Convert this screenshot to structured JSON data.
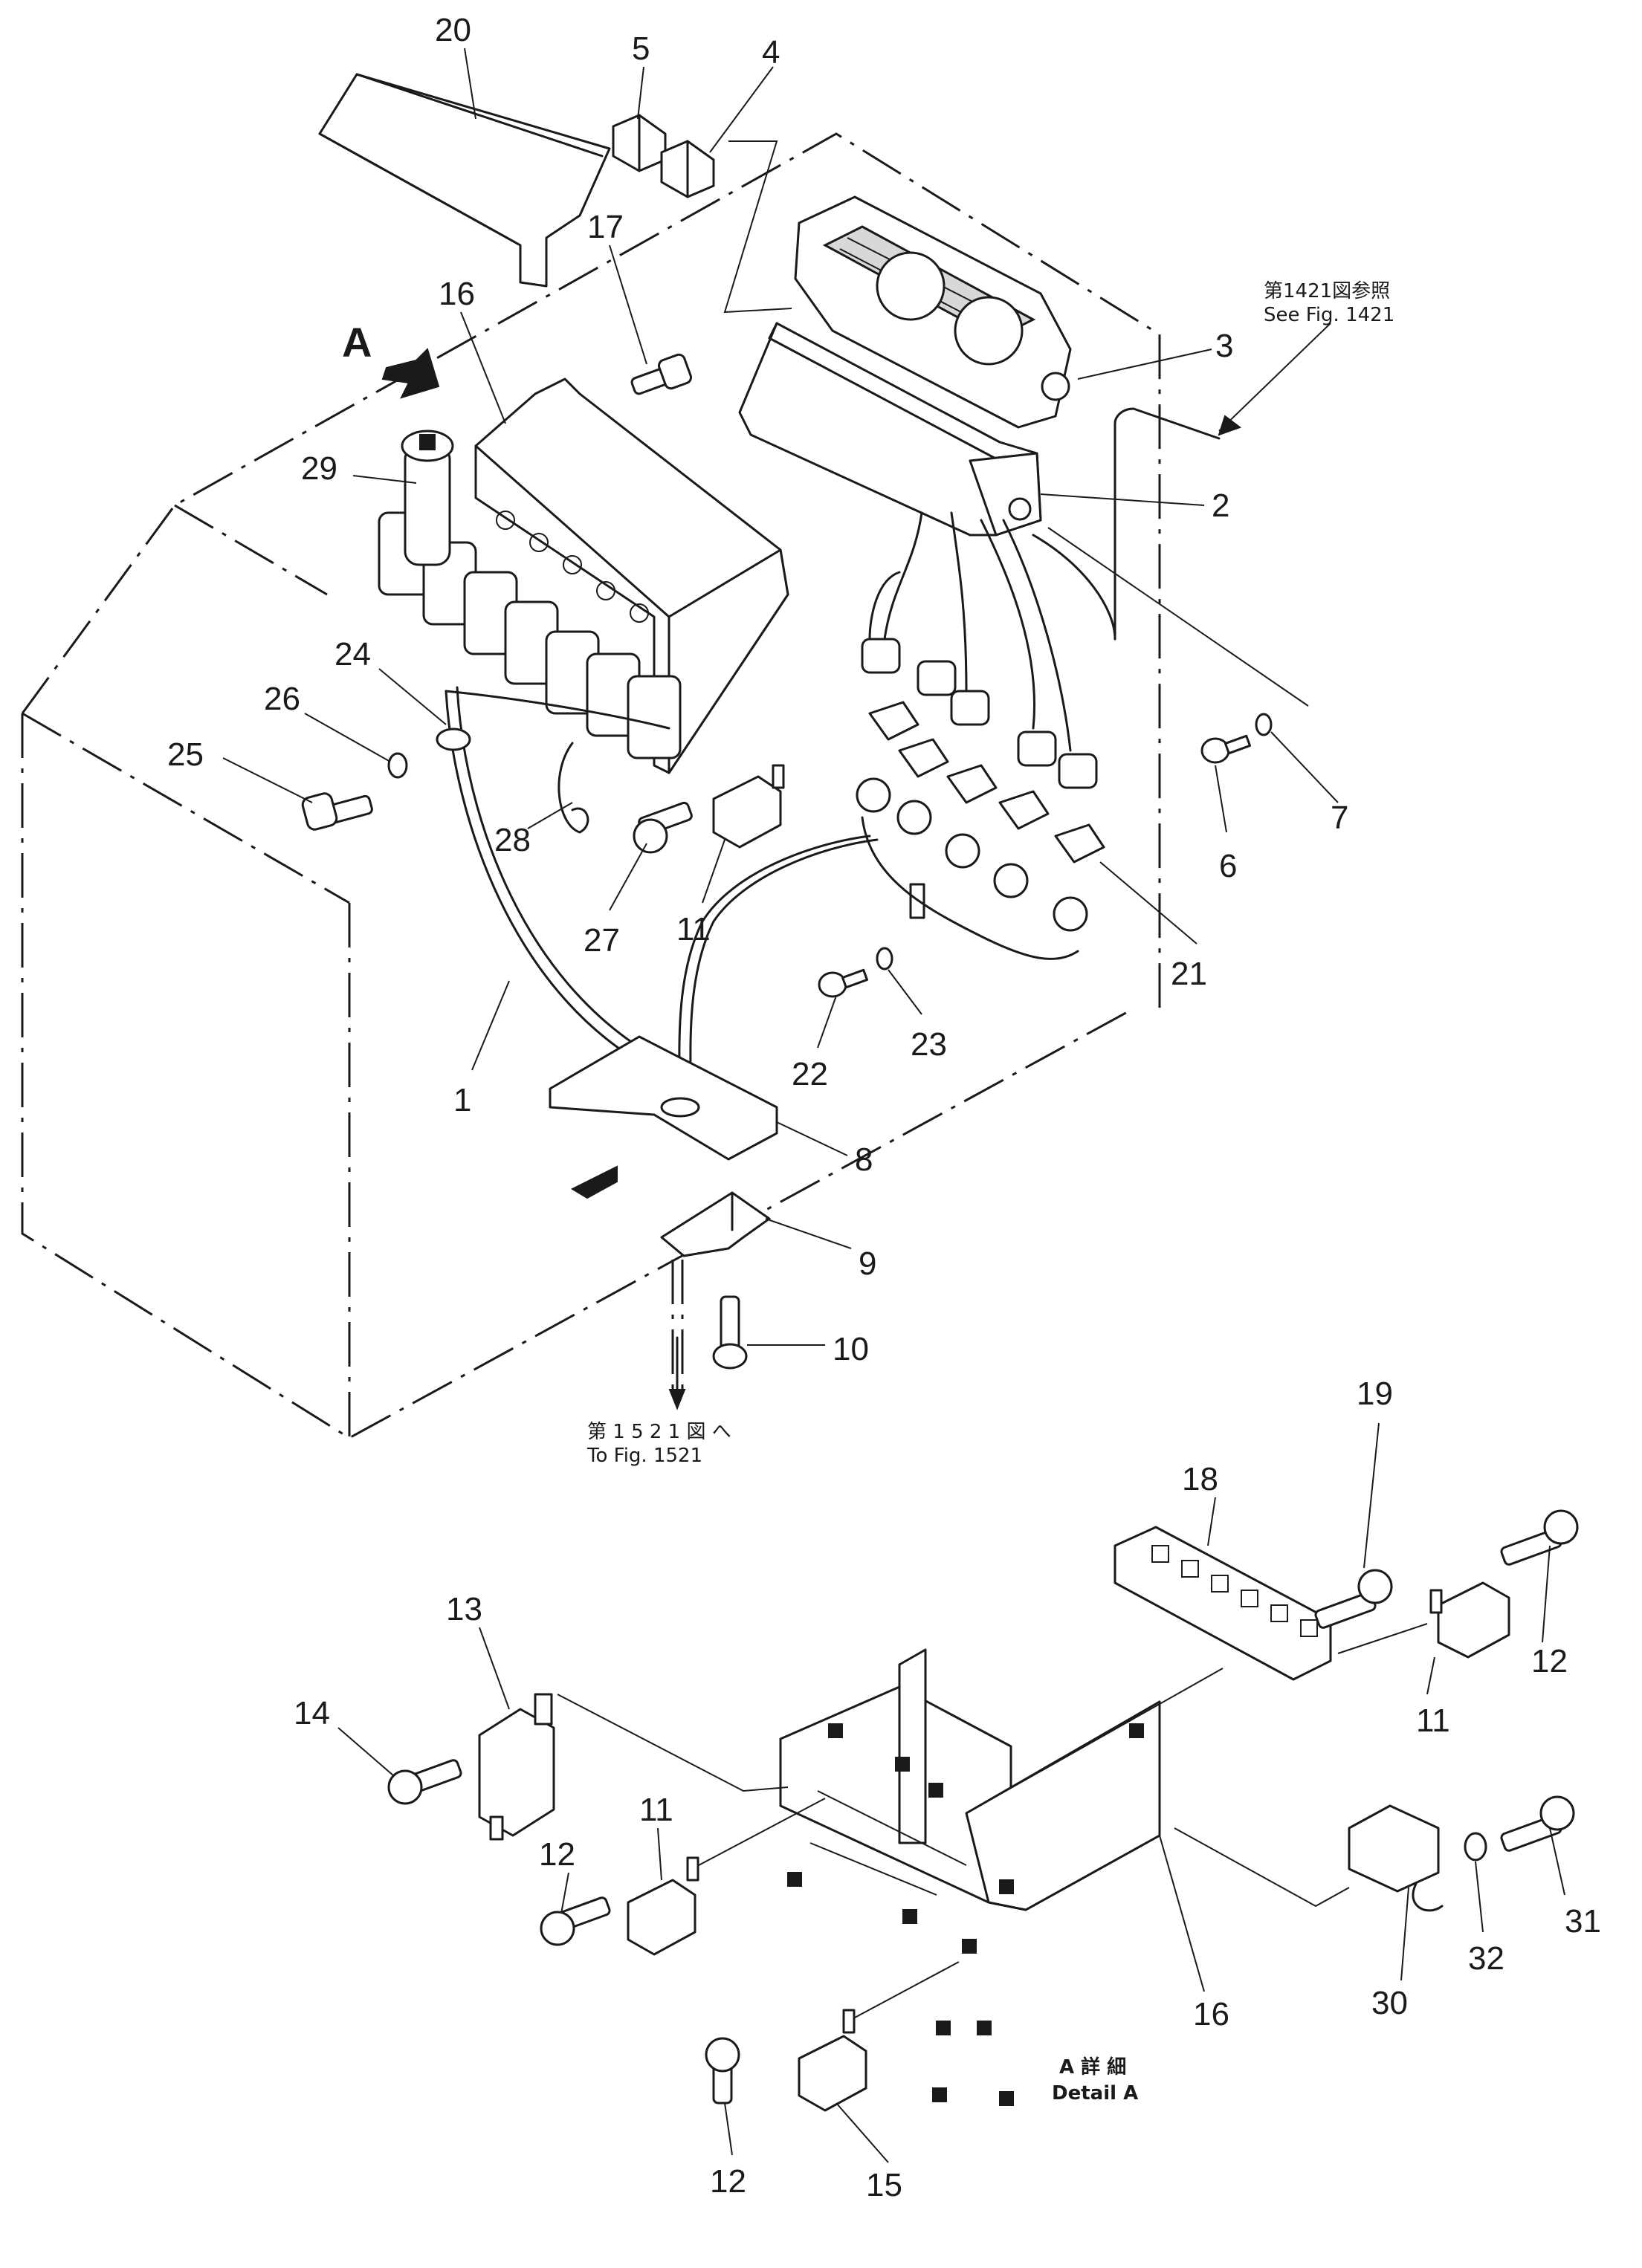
{
  "view_marker": "A",
  "references": {
    "fig1421_jp": "第1421図参照",
    "fig1421_en": "See  Fig.  1421",
    "fig1521_jp": "第 1 5 2 1 図 へ",
    "fig1521_en": "To  Fig.  1521"
  },
  "detail_label": {
    "jp": "A 詳 細",
    "en": "Detail A"
  },
  "callouts": [
    {
      "id": "c20",
      "text": "20"
    },
    {
      "id": "c5",
      "text": "5"
    },
    {
      "id": "c4",
      "text": "4"
    },
    {
      "id": "c17",
      "text": "17"
    },
    {
      "id": "c16a",
      "text": "16"
    },
    {
      "id": "c3",
      "text": "3"
    },
    {
      "id": "c2",
      "text": "2"
    },
    {
      "id": "c29",
      "text": "29"
    },
    {
      "id": "c24",
      "text": "24"
    },
    {
      "id": "c26",
      "text": "26"
    },
    {
      "id": "c25",
      "text": "25"
    },
    {
      "id": "c28",
      "text": "28"
    },
    {
      "id": "c27",
      "text": "27"
    },
    {
      "id": "c11a",
      "text": "11"
    },
    {
      "id": "c6",
      "text": "6"
    },
    {
      "id": "c7",
      "text": "7"
    },
    {
      "id": "c21",
      "text": "21"
    },
    {
      "id": "c22",
      "text": "22"
    },
    {
      "id": "c23",
      "text": "23"
    },
    {
      "id": "c1",
      "text": "1"
    },
    {
      "id": "c8",
      "text": "8"
    },
    {
      "id": "c9",
      "text": "9"
    },
    {
      "id": "c10",
      "text": "10"
    },
    {
      "id": "c19",
      "text": "19"
    },
    {
      "id": "c18",
      "text": "18"
    },
    {
      "id": "c12a",
      "text": "12"
    },
    {
      "id": "c11b",
      "text": "11"
    },
    {
      "id": "c13",
      "text": "13"
    },
    {
      "id": "c14",
      "text": "14"
    },
    {
      "id": "c12b",
      "text": "12"
    },
    {
      "id": "c11c",
      "text": "11"
    },
    {
      "id": "c31",
      "text": "31"
    },
    {
      "id": "c32",
      "text": "32"
    },
    {
      "id": "c30",
      "text": "30"
    },
    {
      "id": "c16b",
      "text": "16"
    },
    {
      "id": "c12c",
      "text": "12"
    },
    {
      "id": "c15",
      "text": "15"
    }
  ]
}
